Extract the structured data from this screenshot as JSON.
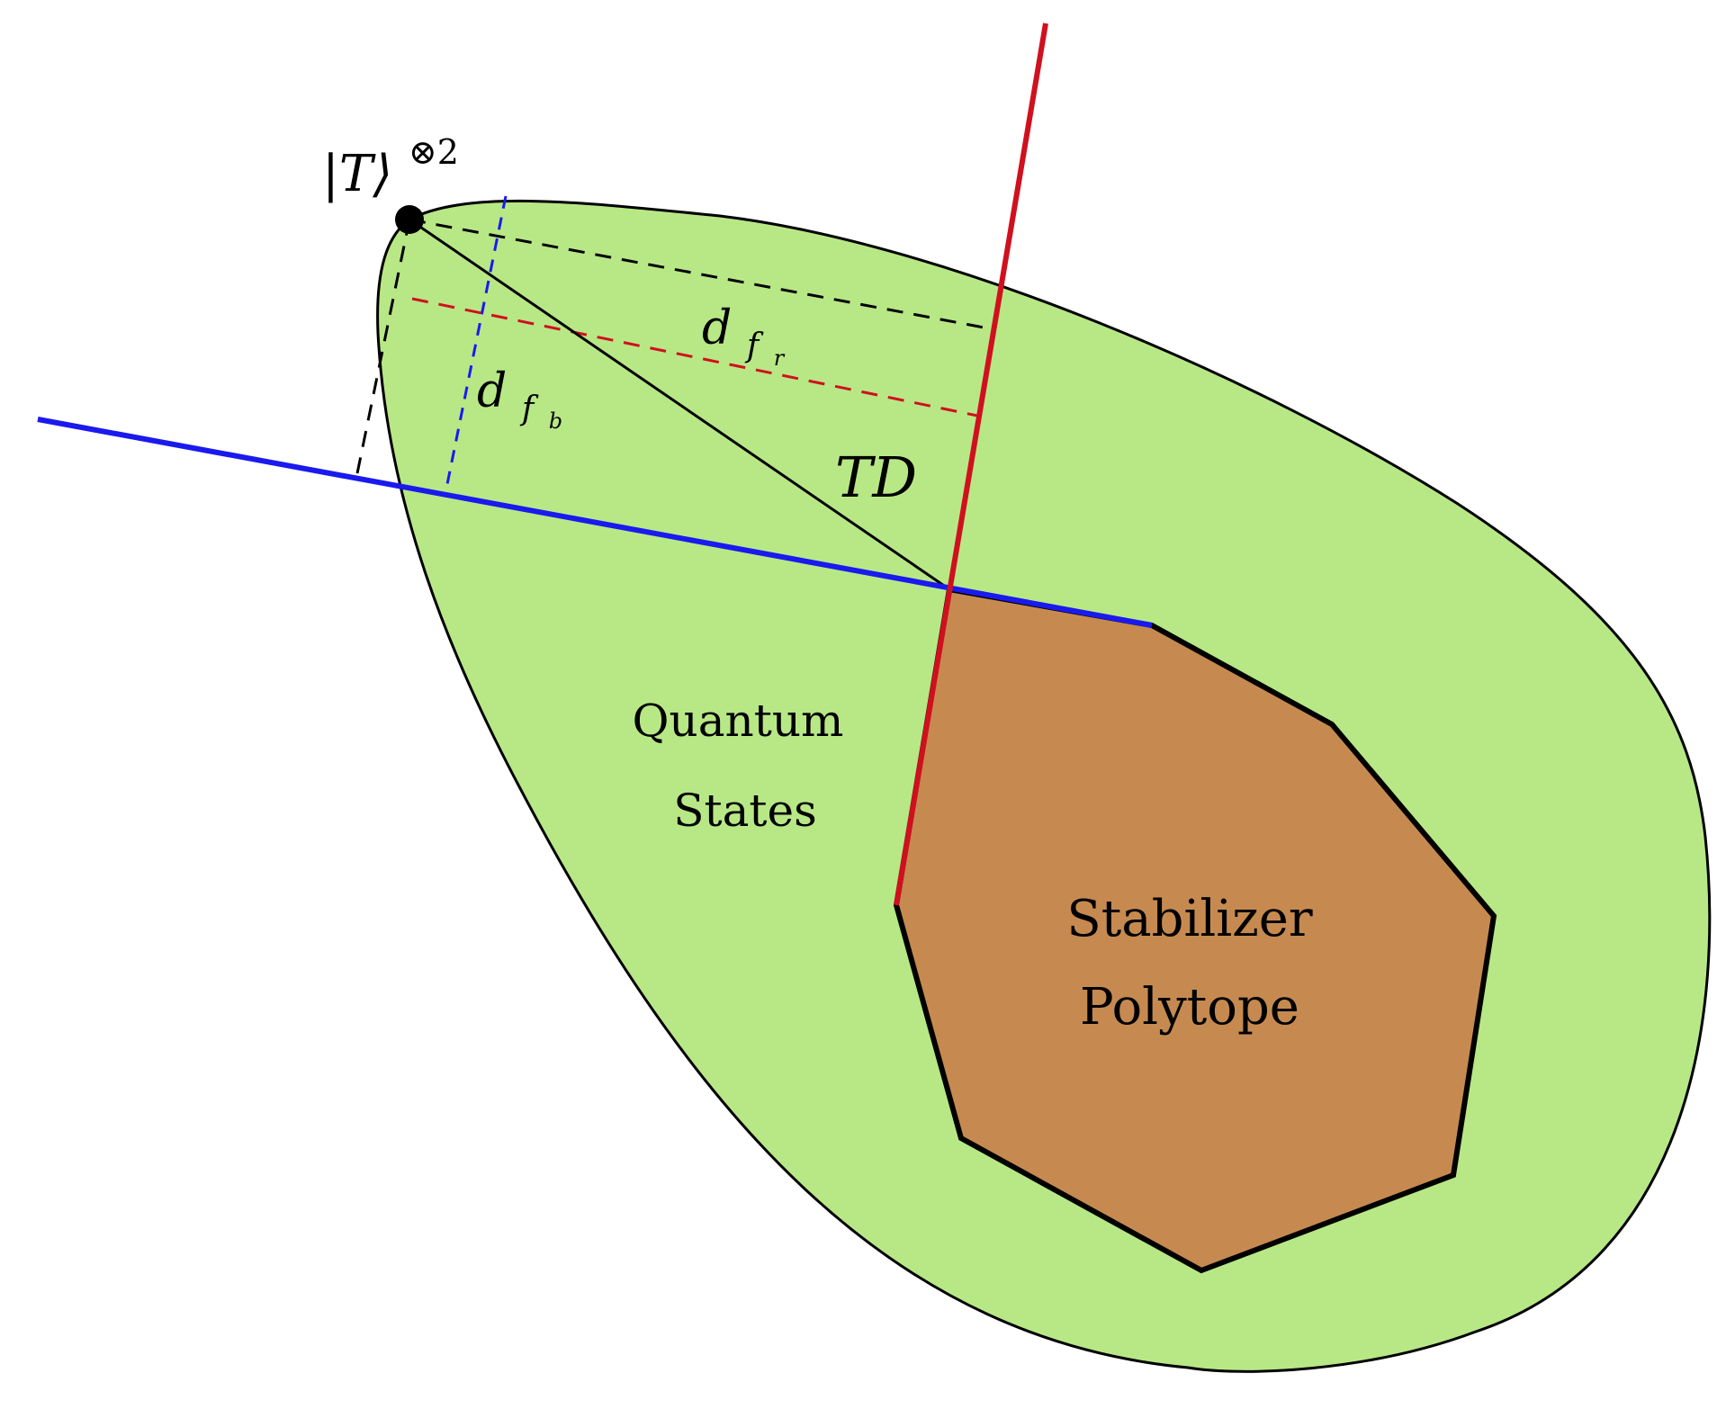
{
  "diagram": {
    "state_label": {
      "ket": "|T⟩",
      "superscript": "⊗2"
    },
    "distance_labels": {
      "red": {
        "main": "d",
        "sub": "f",
        "subsub": "r"
      },
      "blue": {
        "main": "d",
        "sub": "f",
        "subsub": "b"
      },
      "trace_distance": "TD"
    },
    "regions": {
      "quantum": {
        "line1": "Quantum",
        "line2": "States"
      },
      "stabilizer": {
        "line1": "Stabilizer",
        "line2": "Polytope"
      }
    },
    "colors": {
      "quantum_fill": "#b8e886",
      "stabilizer_fill": "#c68a50",
      "red_line": "#d0101e",
      "blue_line": "#1a1aee",
      "outline": "#000000"
    }
  }
}
